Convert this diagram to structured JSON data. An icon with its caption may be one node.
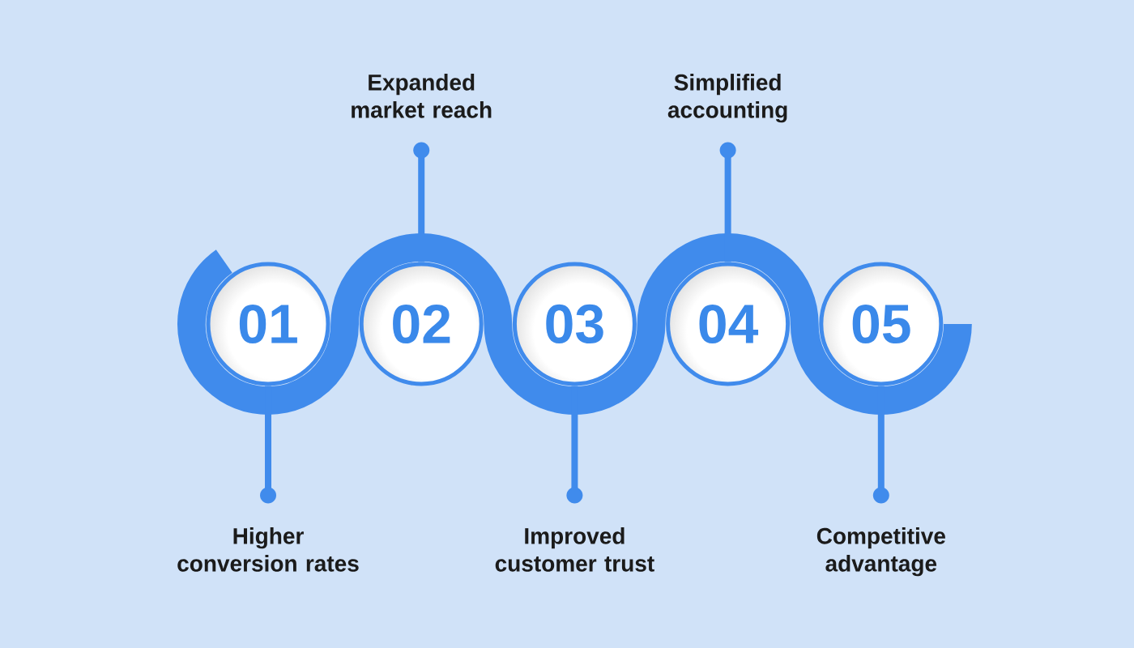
{
  "diagram": {
    "nodes": [
      {
        "text": [
          "Expanded market reach"
        ]
      },
      {
        "text": [
          "Simplified accounting"
        ]
      },
      {
        "text": [
          "01"
        ]
      },
      {
        "text": [
          "02"
        ]
      },
      {
        "text": [
          "03"
        ]
      },
      {
        "text": [
          "04"
        ]
      },
      {
        "text": [
          "05"
        ]
      },
      {
        "text": [
          "Higher conversion rates"
        ]
      },
      {
        "text": [
          "Improved customer trust"
        ]
      },
      {
        "text": [
          "Competitive advantage"
        ]
      }
    ],
    "edges": [
      {
        "from": 0,
        "to": 3,
        "arrow": "other"
      },
      {
        "from": 1,
        "to": 5,
        "arrow": "other"
      },
      {
        "from": 7,
        "to": 2,
        "arrow": "other"
      },
      {
        "from": 8,
        "to": 4,
        "arrow": "other"
      },
      {
        "from": 9,
        "to": 6,
        "arrow": "other"
      }
    ]
  }
}
